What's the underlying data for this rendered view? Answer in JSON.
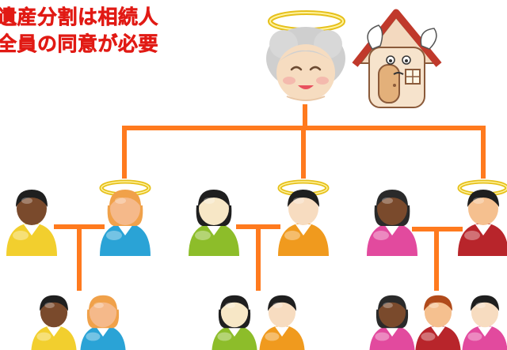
{
  "title": {
    "line1": "遺産分割は相続人",
    "line2": "全員の同意が必要"
  },
  "colors": {
    "title": "#e11a14",
    "connector": "#ff7a1e",
    "halo": "#f2d21c"
  },
  "icons": {
    "grandmother": "deceased-grandmother-portrait",
    "house": "worried-house-character",
    "halo": "halo-icon",
    "person": "person-icon"
  }
}
